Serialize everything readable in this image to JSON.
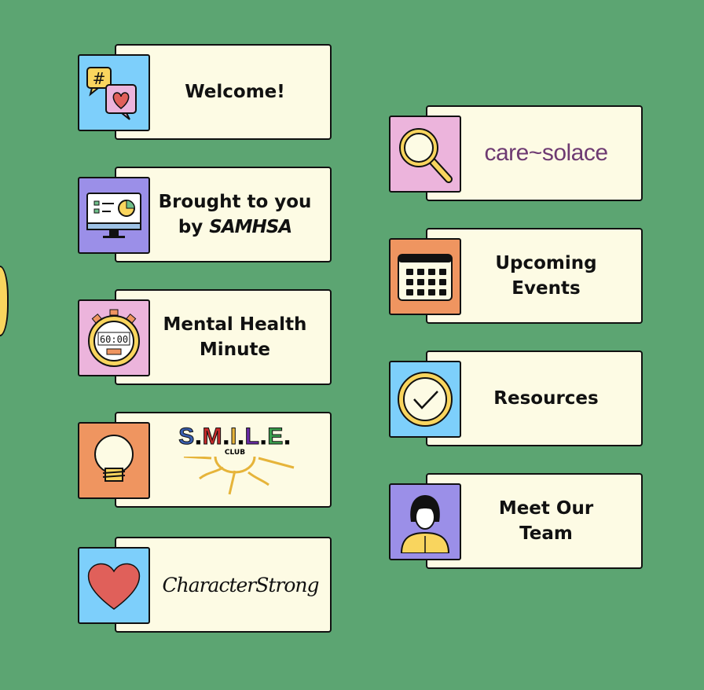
{
  "tiles": {
    "welcome": {
      "label": "Welcome!",
      "icon": "chat-bubbles-icon",
      "color": "#7dcffb"
    },
    "samhsa": {
      "line1": "Brought to you",
      "line2_prefix": "by",
      "brand": "SAMHSA",
      "icon": "computer-monitor-icon",
      "color": "#9b8fe8"
    },
    "mental_health": {
      "line1": "Mental Health",
      "line2": "Minute",
      "icon": "stopwatch-icon",
      "timer": "60:00",
      "color": "#ecb4dc"
    },
    "smile": {
      "letters": [
        "S",
        "M",
        "I",
        "L",
        "E"
      ],
      "sub": "CLUB",
      "icon": "lightbulb-icon",
      "color": "#ef9560"
    },
    "character_strong": {
      "logo": "CharacterStrong",
      "icon": "heart-icon",
      "color": "#7dcffb"
    },
    "care_solace": {
      "logo": "care~solace",
      "icon": "magnifier-icon",
      "color": "#ecb4dc"
    },
    "events": {
      "line1": "Upcoming",
      "line2": "Events",
      "icon": "calendar-icon",
      "color": "#ef9560"
    },
    "resources": {
      "label": "Resources",
      "icon": "checkmark-circle-icon",
      "color": "#7dcffb"
    },
    "team": {
      "line1": "Meet Our",
      "line2": "Team",
      "icon": "person-icon",
      "color": "#9b8fe8"
    }
  },
  "colors": {
    "background": "#5ca572",
    "card": "#fdfbe4",
    "yellow": "#f9d55e"
  }
}
